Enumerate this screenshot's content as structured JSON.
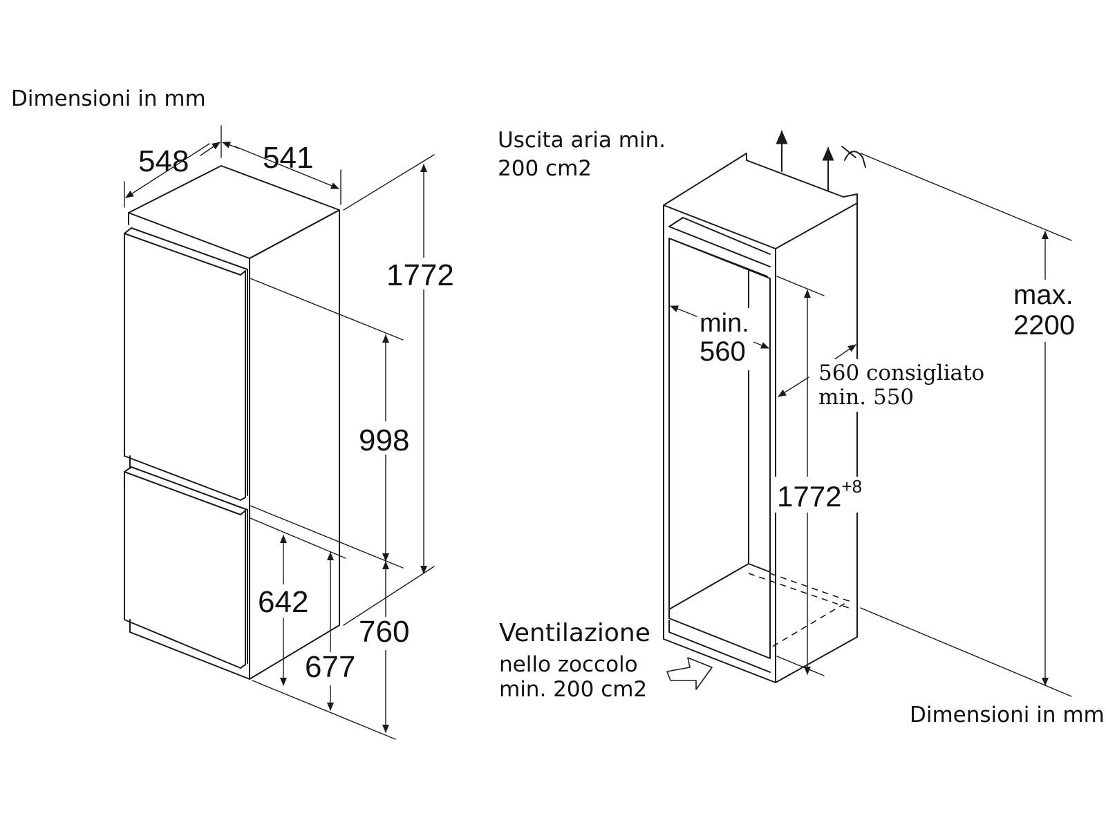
{
  "labels": {
    "dim_mm_left": "Dimensioni in mm",
    "dim_mm_right": "Dimensioni in mm",
    "air_outlet_line1": "Uscita aria min.",
    "air_outlet_line2": "200 cm2",
    "ventilation_title": "Ventilazione",
    "ventilation_line1": "nello zoccolo",
    "ventilation_line2": "min. 200 cm2",
    "depth_line1": "560 consigliato",
    "depth_line2": "min. 550"
  },
  "appliance": {
    "depth": "548",
    "width": "541",
    "height": "1772",
    "fridge_door": "998",
    "freezer_door": "642",
    "lower_section": "677",
    "base_height": "760"
  },
  "niche": {
    "min_width_line1": "min.",
    "min_width_line2": "560",
    "height": "1772",
    "height_tolerance": "+8",
    "max_height_line1": "max.",
    "max_height_line2": "2200"
  },
  "colors": {
    "line": "#1a1a1a",
    "background": "#ffffff"
  }
}
